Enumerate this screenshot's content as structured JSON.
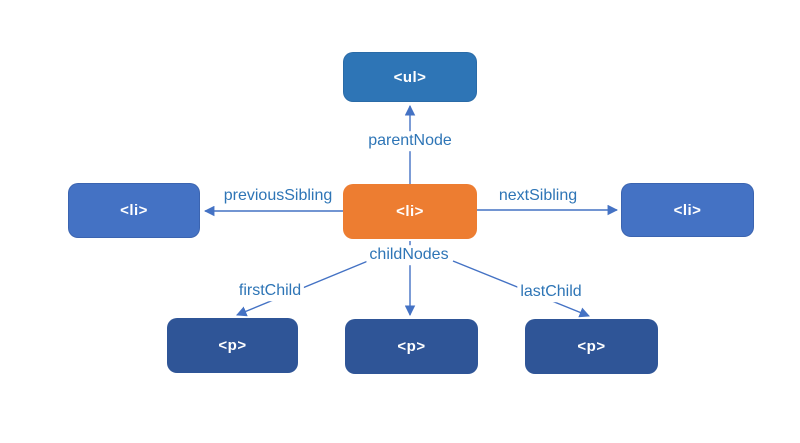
{
  "diagram": {
    "nodes": {
      "ul": "<ul>",
      "li_left": "<li>",
      "li_center": "<li>",
      "li_right": "<li>",
      "p_first": "<p>",
      "p_middle": "<p>",
      "p_last": "<p>"
    },
    "edge_labels": {
      "parent_node": "parentNode",
      "previous_sibling": "previousSibling",
      "next_sibling": "nextSibling",
      "child_nodes": "childNodes",
      "first_child": "firstChild",
      "last_child": "lastChild"
    },
    "colors": {
      "ul_fill": "#2E75B6",
      "sibling_fill": "#4472C4",
      "center_fill": "#ED7D31",
      "child_fill": "#2F5597",
      "label_text": "#2E75B6",
      "connector": "#4472C4",
      "node_text": "#FFFFFF",
      "background": "#FFFFFF"
    }
  }
}
